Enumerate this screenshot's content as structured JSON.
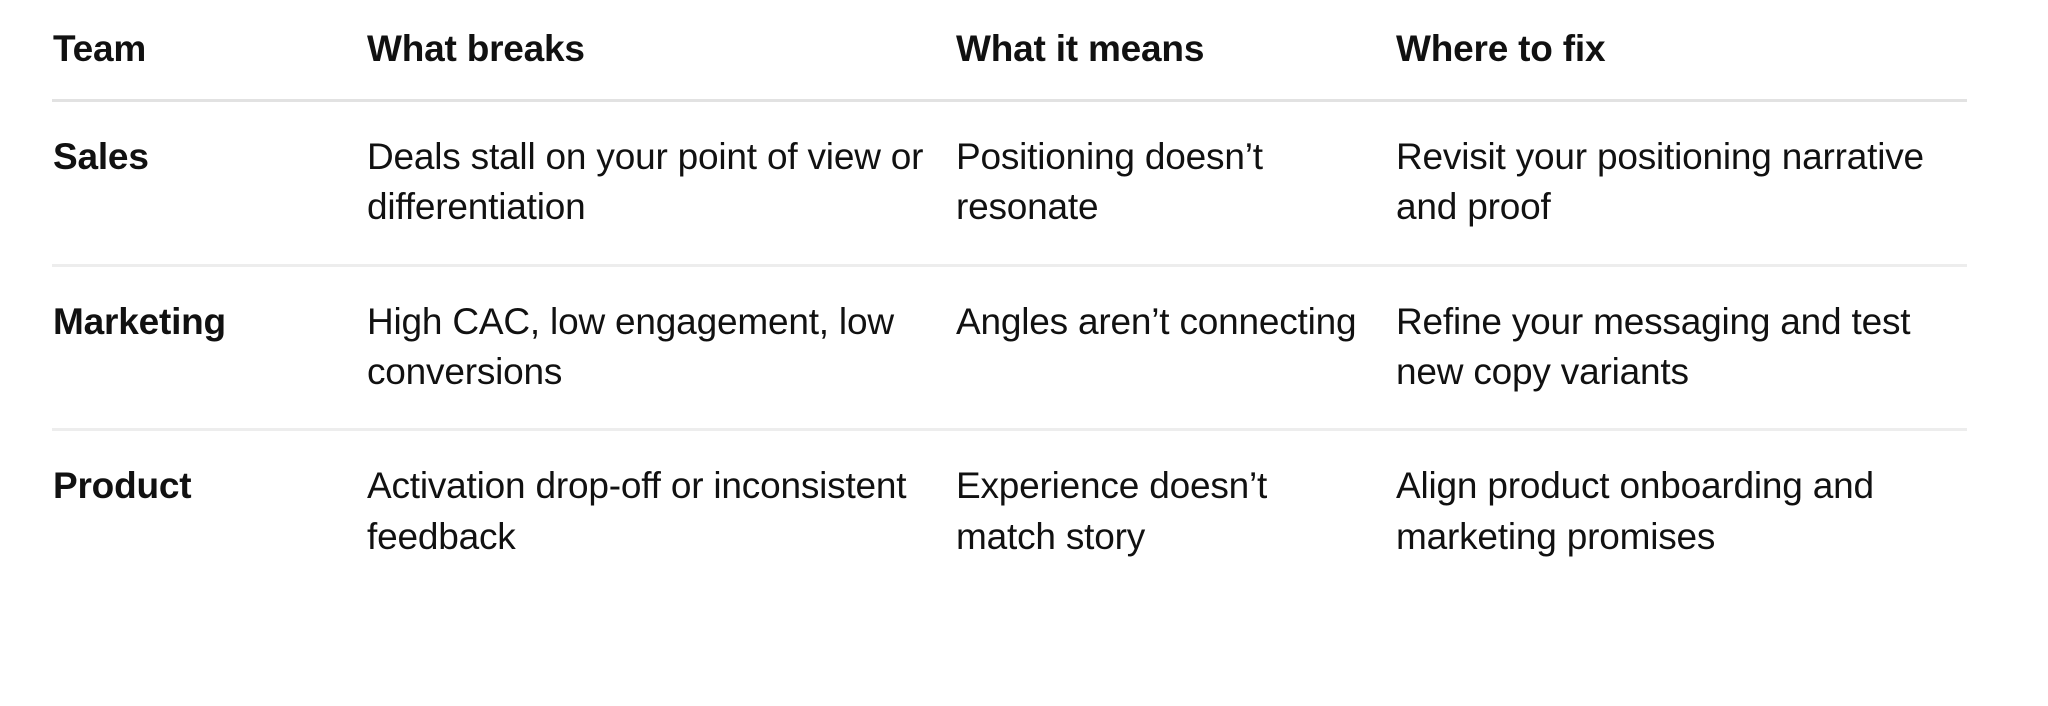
{
  "table": {
    "columns": [
      {
        "key": "team",
        "label": "Team"
      },
      {
        "key": "breaks",
        "label": "What breaks"
      },
      {
        "key": "means",
        "label": "What it means"
      },
      {
        "key": "fix",
        "label": "Where to fix"
      }
    ],
    "rows": [
      {
        "team": "Sales",
        "breaks": "Deals stall on your point of view or differentiation",
        "means": "Positioning doesn’t resonate",
        "fix": "Revisit your positioning narrative and proof"
      },
      {
        "team": "Marketing",
        "breaks": "High CAC, low engagement, low conversions",
        "means": "Angles aren’t connecting",
        "fix": "Refine your messaging and test new copy variants"
      },
      {
        "team": "Product",
        "breaks": "Activation drop-off or inconsistent feedback",
        "means": "Experience doesn’t match story",
        "fix": "Align product onboarding and marketing promises"
      }
    ]
  },
  "style": {
    "text_color": "#111111",
    "header_rule_color": "#e2e2e2",
    "row_rule_color": "#ededed",
    "background": "#ffffff"
  }
}
